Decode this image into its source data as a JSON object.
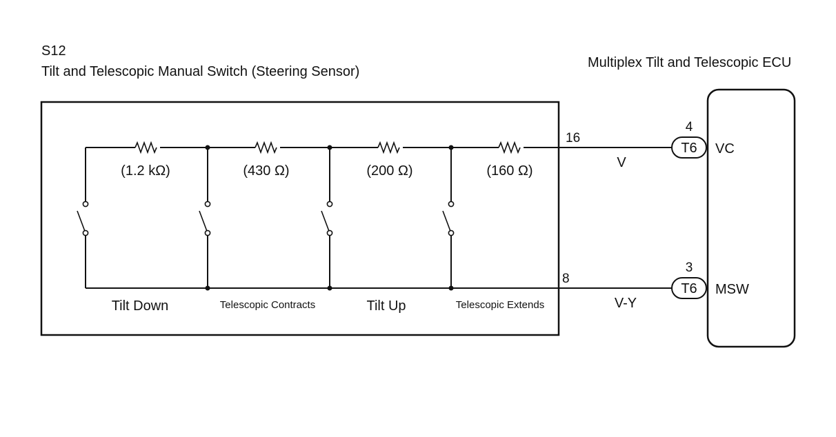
{
  "switch_component": {
    "code": "S12",
    "name": "Tilt and Telescopic Manual Switch (Steering Sensor)"
  },
  "ecu": {
    "name": "Multiplex Tilt and Telescopic ECU"
  },
  "resistors": [
    {
      "label": "(1.2 kΩ)"
    },
    {
      "label": "(430 Ω)"
    },
    {
      "label": "(200 Ω)"
    },
    {
      "label": "(160 Ω)"
    }
  ],
  "switches": [
    {
      "label": "Tilt Down"
    },
    {
      "label": "Telescopic Contracts"
    },
    {
      "label": "Tilt Up"
    },
    {
      "label": "Telescopic Extends"
    }
  ],
  "connections": [
    {
      "switch_pin": "16",
      "wire_color": "V",
      "ecu_pin": "4",
      "connector": "T6",
      "terminal": "VC"
    },
    {
      "switch_pin": "8",
      "wire_color": "V-Y",
      "ecu_pin": "3",
      "connector": "T6",
      "terminal": "MSW"
    }
  ]
}
